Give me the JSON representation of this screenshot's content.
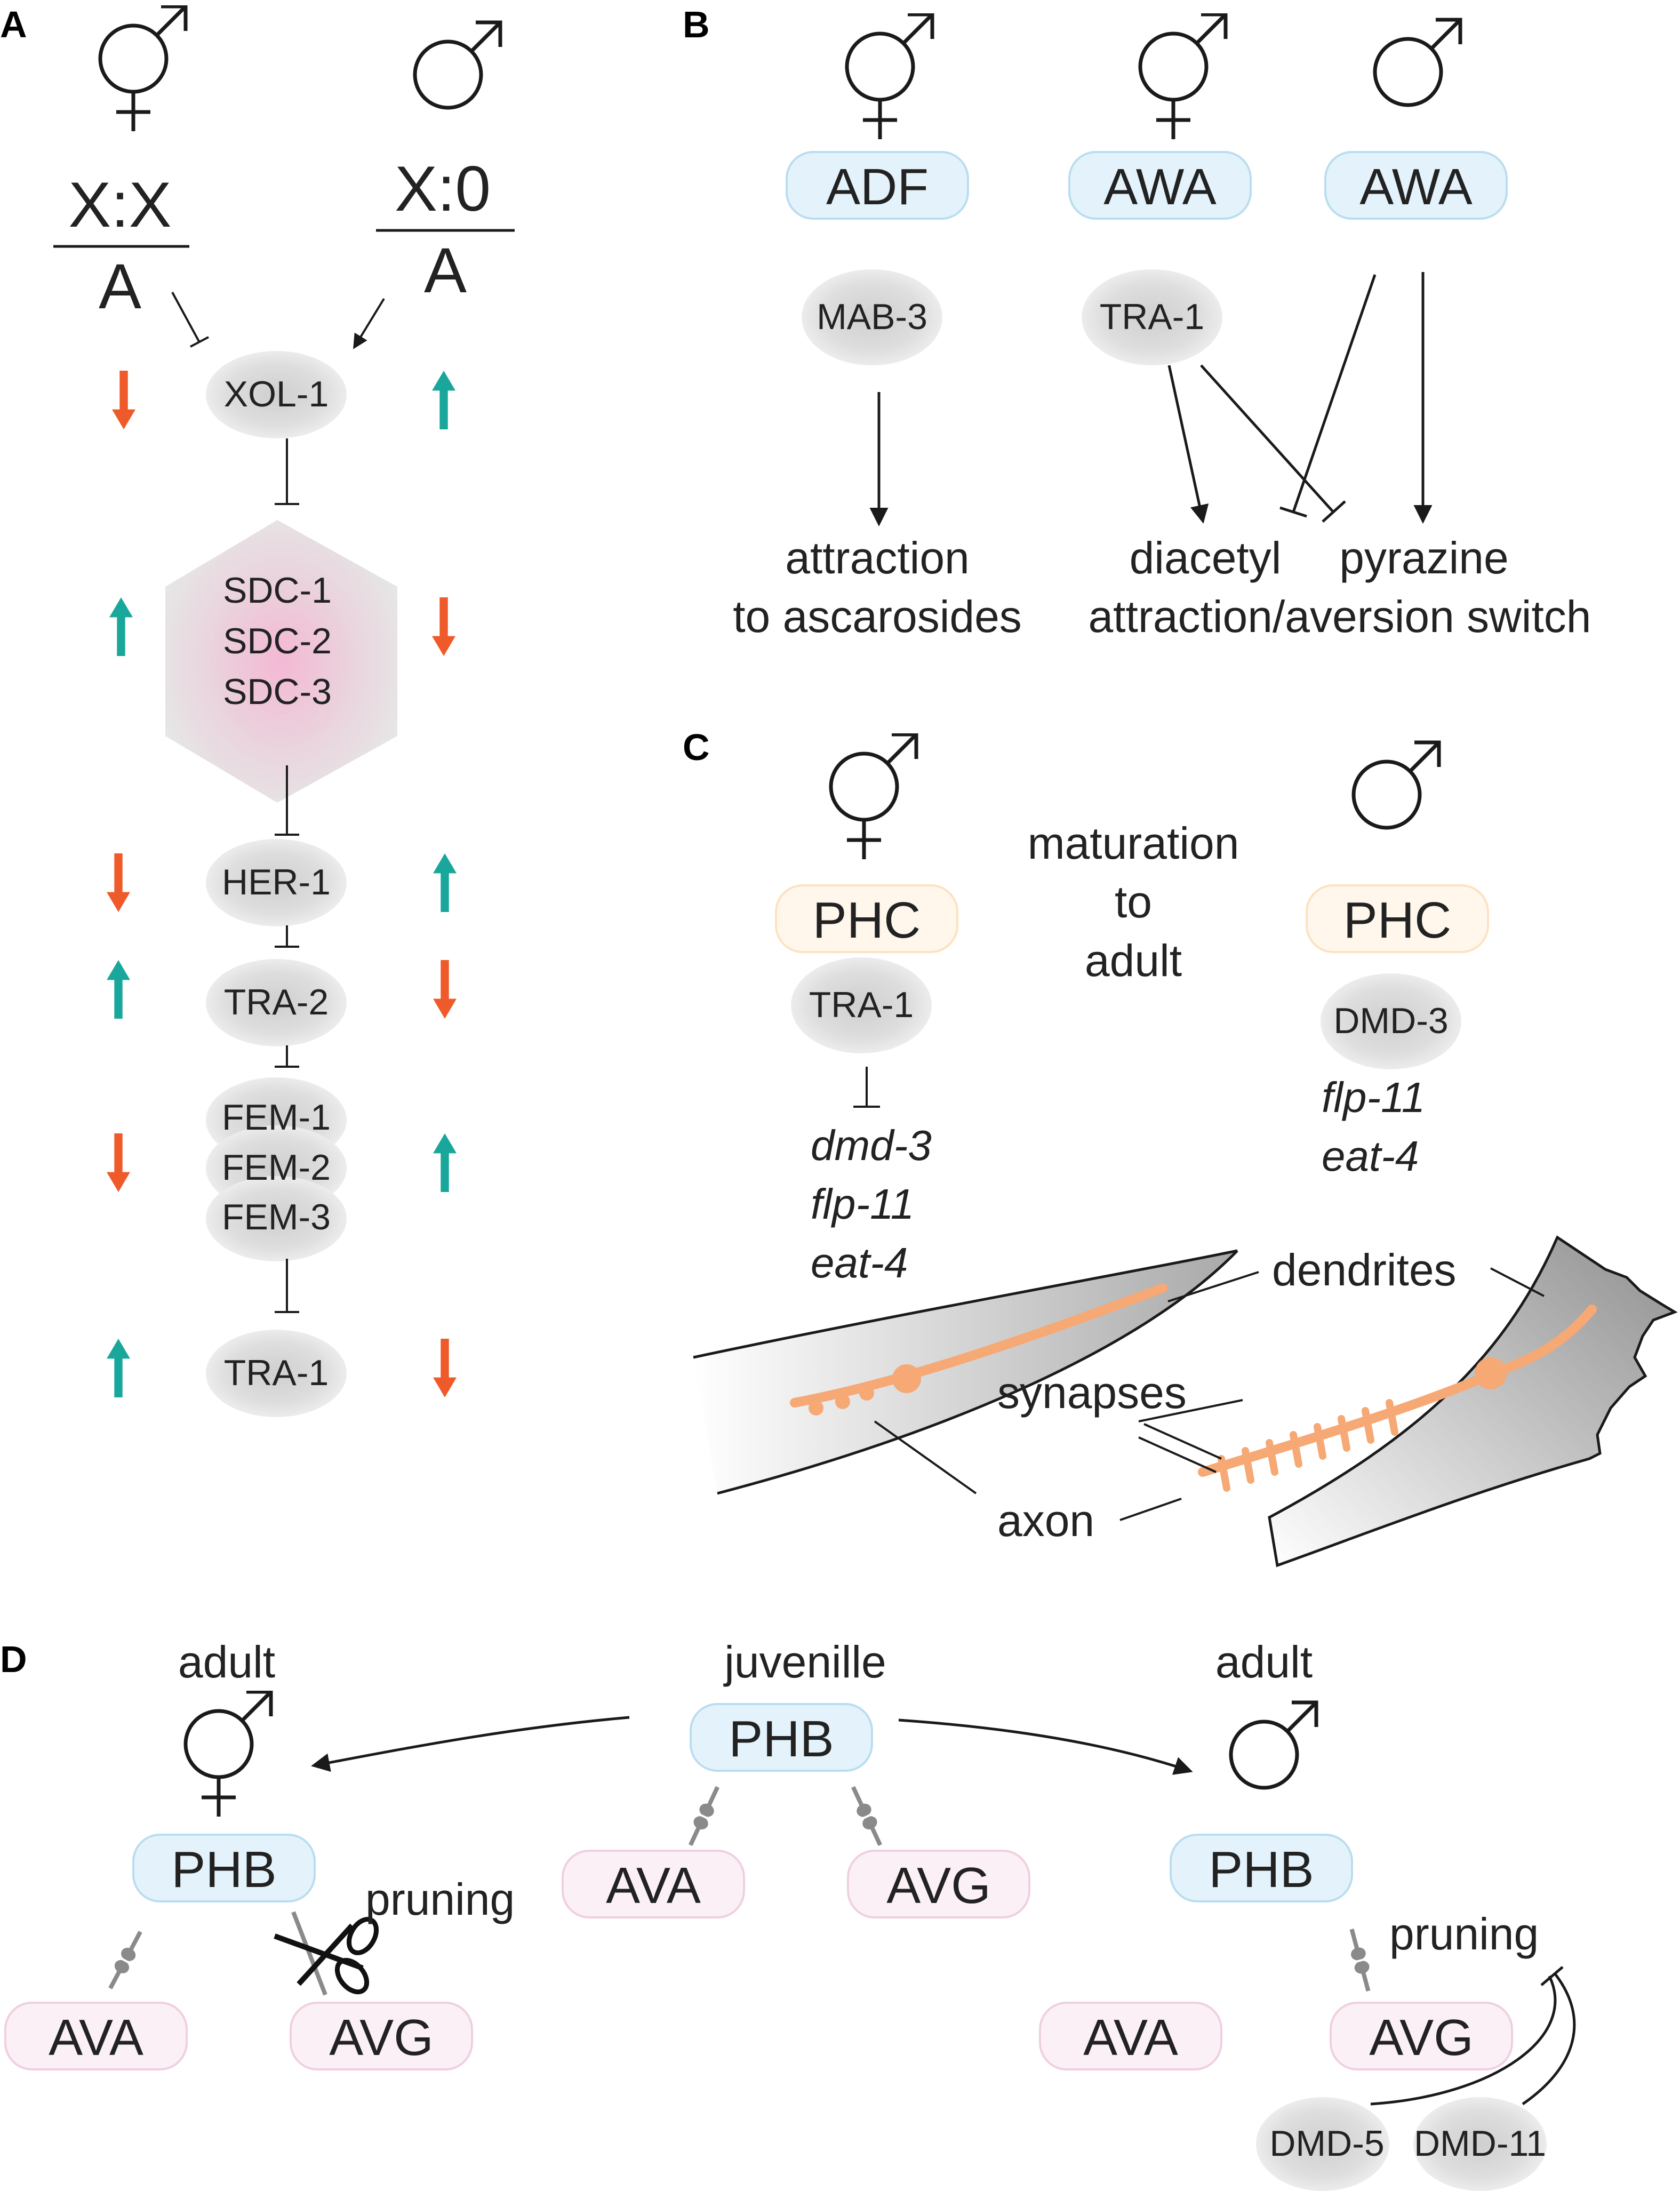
{
  "colors": {
    "arrow_down": "#ef5a2a",
    "arrow_up": "#1aa79b",
    "blue_box": "#e4f3fb",
    "blue_box_border": "#b9ddf0",
    "orange_box": "#fff7ec",
    "orange_box_border": "#fde2c0",
    "pink_box": "#fbf0f6",
    "pink_box_border": "#efcfe0",
    "process": "#f6a875",
    "hexagon_center": "#f4b8d4"
  },
  "icons": {
    "hermaphrodite": "hermaphrodite-symbol-icon",
    "male": "male-symbol-icon",
    "scissors": "scissors-icon",
    "synapse": "synapse-icon"
  },
  "panelA": {
    "letter": "A",
    "left_ratio_num": "X:X",
    "left_ratio_den": "A",
    "right_ratio_num": "X:0",
    "right_ratio_den": "A",
    "xol1": "XOL-1",
    "sdc": [
      "SDC-1",
      "SDC-2",
      "SDC-3"
    ],
    "her1": "HER-1",
    "tra2": "TRA-2",
    "fem": [
      "FEM-1",
      "FEM-2",
      "FEM-3"
    ],
    "tra1": "TRA-1",
    "left_arrows": [
      "down",
      "up",
      "down",
      "up",
      "down",
      "up"
    ],
    "right_arrows": [
      "up",
      "down",
      "up",
      "down",
      "up",
      "down"
    ]
  },
  "panelB": {
    "letter": "B",
    "cell1": "ADF",
    "cell2": "AWA",
    "cell3": "AWA",
    "gene1": "MAB-3",
    "gene2": "TRA-1",
    "outcome1_line1": "attraction",
    "outcome1_line2": "to ascarosides",
    "outcome2_a": "diacetyl",
    "outcome2_b": "pyrazine",
    "outcome2_line2": "attraction/aversion switch"
  },
  "panelC": {
    "letter": "C",
    "cell_left": "PHC",
    "cell_right": "PHC",
    "gene_left": "TRA-1",
    "gene_right": "DMD-3",
    "targets_left": [
      "dmd-3",
      "flp-11",
      "eat-4"
    ],
    "targets_right": [
      "flp-11",
      "eat-4"
    ],
    "middle": [
      "maturation",
      "to",
      "adult"
    ],
    "lbl_dendrites": "dendrites",
    "lbl_synapses": "synapses",
    "lbl_axon": "axon"
  },
  "panelD": {
    "letter": "D",
    "left_title": "adult",
    "mid_title": "juvenille",
    "right_title": "adult",
    "phb_left": "PHB",
    "phb_mid": "PHB",
    "phb_right": "PHB",
    "ava_left": "AVA",
    "avg_left": "AVG",
    "ava_mid": "AVA",
    "avg_mid": "AVG",
    "ava_right": "AVA",
    "avg_right": "AVG",
    "pruning_left": "pruning",
    "pruning_right": "pruning",
    "dmd5": "DMD-5",
    "dmd11": "DMD-11"
  }
}
